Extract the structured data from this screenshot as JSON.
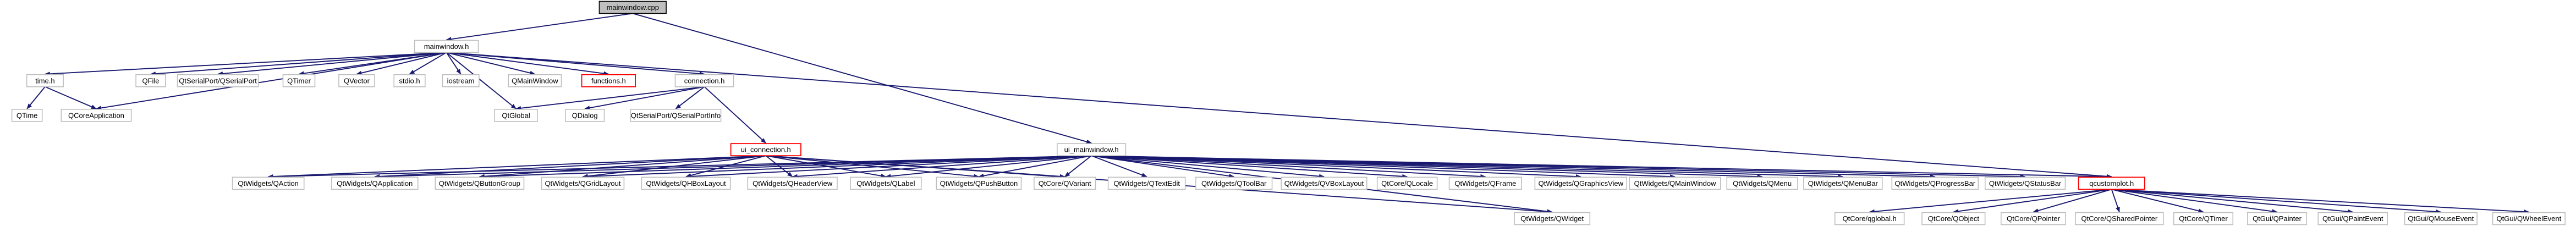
{
  "graph": {
    "title": "",
    "nodes": [
      {
        "id": "root",
        "label": "mainwindow.cpp",
        "style": "root"
      },
      {
        "id": "mainwindow_h",
        "label": "mainwindow.h"
      },
      {
        "id": "time_h",
        "label": "time.h"
      },
      {
        "id": "qtime",
        "label": "QTime"
      },
      {
        "id": "qcoreapplication",
        "label": "QCoreApplication"
      },
      {
        "id": "qfile",
        "label": "QFile"
      },
      {
        "id": "qserialport",
        "label": "QtSerialPort/QSerialPort"
      },
      {
        "id": "qtimer",
        "label": "QTimer"
      },
      {
        "id": "qvector",
        "label": "QVector"
      },
      {
        "id": "stdio_h",
        "label": "stdio.h"
      },
      {
        "id": "iostream",
        "label": "iostream"
      },
      {
        "id": "qmainwindow",
        "label": "QMainWindow"
      },
      {
        "id": "functions_h",
        "label": "functions.h",
        "style": "red"
      },
      {
        "id": "connection_h",
        "label": "connection.h"
      },
      {
        "id": "qtglobal",
        "label": "QtGlobal"
      },
      {
        "id": "qdialog",
        "label": "QDialog"
      },
      {
        "id": "qserialportinfo",
        "label": "QtSerialPort/QSerialPortInfo"
      },
      {
        "id": "ui_connection_h",
        "label": "ui_connection.h",
        "style": "red"
      },
      {
        "id": "ui_mainwindow_h",
        "label": "ui_mainwindow.h"
      },
      {
        "id": "qw_qaction",
        "label": "QtWidgets/QAction"
      },
      {
        "id": "qw_qapplication",
        "label": "QtWidgets/QApplication"
      },
      {
        "id": "qw_qbuttongroup",
        "label": "QtWidgets/QButtonGroup"
      },
      {
        "id": "qw_qgridlayout",
        "label": "QtWidgets/QGridLayout"
      },
      {
        "id": "qw_qhboxlayout",
        "label": "QtWidgets/QHBoxLayout"
      },
      {
        "id": "qw_qheaderview",
        "label": "QtWidgets/QHeaderView"
      },
      {
        "id": "qw_qlabel",
        "label": "QtWidgets/QLabel"
      },
      {
        "id": "qw_qpushbutton",
        "label": "QtWidgets/QPushButton"
      },
      {
        "id": "qc_qvariant",
        "label": "QtCore/QVariant"
      },
      {
        "id": "qw_qtextedit",
        "label": "QtWidgets/QTextEdit"
      },
      {
        "id": "qw_qtoolbar",
        "label": "QtWidgets/QToolBar"
      },
      {
        "id": "qw_qvboxlayout",
        "label": "QtWidgets/QVBoxLayout"
      },
      {
        "id": "qc_qlocale",
        "label": "QtCore/QLocale"
      },
      {
        "id": "qw_qframe",
        "label": "QtWidgets/QFrame"
      },
      {
        "id": "qw_qgraphicsview",
        "label": "QtWidgets/QGraphicsView"
      },
      {
        "id": "qw_qmainwindow",
        "label": "QtWidgets/QMainWindow"
      },
      {
        "id": "qw_qmenu",
        "label": "QtWidgets/QMenu"
      },
      {
        "id": "qw_qmenubar",
        "label": "QtWidgets/QMenuBar"
      },
      {
        "id": "qw_qprogressbar",
        "label": "QtWidgets/QProgressBar"
      },
      {
        "id": "qw_qstatusbar",
        "label": "QtWidgets/QStatusBar"
      },
      {
        "id": "qcustomplot_h",
        "label": "qcustomplot.h",
        "style": "red"
      },
      {
        "id": "qw_qwidget",
        "label": "QtWidgets/QWidget"
      },
      {
        "id": "qc_qglobal",
        "label": "QtCore/qglobal.h"
      },
      {
        "id": "qc_qobject",
        "label": "QtCore/QObject"
      },
      {
        "id": "qc_qpointer",
        "label": "QtCore/QPointer"
      },
      {
        "id": "qc_qsharedpointer",
        "label": "QtCore/QSharedPointer"
      },
      {
        "id": "qc_qtimer",
        "label": "QtCore/QTimer"
      },
      {
        "id": "qg_qpainter",
        "label": "QtGui/QPainter"
      },
      {
        "id": "qg_qpaintevent",
        "label": "QtGui/QPaintEvent"
      },
      {
        "id": "qg_qmouseevent",
        "label": "QtGui/QMouseEvent"
      },
      {
        "id": "qg_qwheelevent",
        "label": "QtGui/QWheelEvent"
      }
    ],
    "edges": [
      [
        "root",
        "mainwindow_h"
      ],
      [
        "root",
        "ui_mainwindow_h"
      ],
      [
        "mainwindow_h",
        "time_h"
      ],
      [
        "mainwindow_h",
        "qcoreapplication"
      ],
      [
        "mainwindow_h",
        "qfile"
      ],
      [
        "mainwindow_h",
        "qserialport"
      ],
      [
        "mainwindow_h",
        "qtimer"
      ],
      [
        "mainwindow_h",
        "qvector"
      ],
      [
        "mainwindow_h",
        "stdio_h"
      ],
      [
        "mainwindow_h",
        "iostream"
      ],
      [
        "mainwindow_h",
        "qmainwindow"
      ],
      [
        "mainwindow_h",
        "functions_h"
      ],
      [
        "mainwindow_h",
        "connection_h"
      ],
      [
        "mainwindow_h",
        "qtglobal"
      ],
      [
        "mainwindow_h",
        "qcustomplot_h"
      ],
      [
        "time_h",
        "qtime"
      ],
      [
        "time_h",
        "qcoreapplication"
      ],
      [
        "connection_h",
        "qtglobal"
      ],
      [
        "connection_h",
        "qdialog"
      ],
      [
        "connection_h",
        "qserialportinfo"
      ],
      [
        "connection_h",
        "ui_connection_h"
      ],
      [
        "ui_connection_h",
        "qw_qaction"
      ],
      [
        "ui_connection_h",
        "qw_qapplication"
      ],
      [
        "ui_connection_h",
        "qw_qbuttongroup"
      ],
      [
        "ui_connection_h",
        "qw_qgridlayout"
      ],
      [
        "ui_connection_h",
        "qw_qhboxlayout"
      ],
      [
        "ui_connection_h",
        "qw_qheaderview"
      ],
      [
        "ui_connection_h",
        "qw_qlabel"
      ],
      [
        "ui_connection_h",
        "qw_qpushbutton"
      ],
      [
        "ui_connection_h",
        "qc_qvariant"
      ],
      [
        "ui_connection_h",
        "qw_qwidget"
      ],
      [
        "ui_mainwindow_h",
        "qw_qaction"
      ],
      [
        "ui_mainwindow_h",
        "qw_qapplication"
      ],
      [
        "ui_mainwindow_h",
        "qw_qbuttongroup"
      ],
      [
        "ui_mainwindow_h",
        "qw_qgridlayout"
      ],
      [
        "ui_mainwindow_h",
        "qw_qhboxlayout"
      ],
      [
        "ui_mainwindow_h",
        "qw_qheaderview"
      ],
      [
        "ui_mainwindow_h",
        "qw_qlabel"
      ],
      [
        "ui_mainwindow_h",
        "qw_qpushbutton"
      ],
      [
        "ui_mainwindow_h",
        "qc_qvariant"
      ],
      [
        "ui_mainwindow_h",
        "qw_qtextedit"
      ],
      [
        "ui_mainwindow_h",
        "qw_qtoolbar"
      ],
      [
        "ui_mainwindow_h",
        "qw_qvboxlayout"
      ],
      [
        "ui_mainwindow_h",
        "qc_qlocale"
      ],
      [
        "ui_mainwindow_h",
        "qw_qframe"
      ],
      [
        "ui_mainwindow_h",
        "qw_qgraphicsview"
      ],
      [
        "ui_mainwindow_h",
        "qw_qmainwindow"
      ],
      [
        "ui_mainwindow_h",
        "qw_qmenu"
      ],
      [
        "ui_mainwindow_h",
        "qw_qmenubar"
      ],
      [
        "ui_mainwindow_h",
        "qw_qprogressbar"
      ],
      [
        "ui_mainwindow_h",
        "qw_qstatusbar"
      ],
      [
        "ui_mainwindow_h",
        "qcustomplot_h"
      ],
      [
        "ui_mainwindow_h",
        "qw_qwidget"
      ],
      [
        "qcustomplot_h",
        "qc_qglobal"
      ],
      [
        "qcustomplot_h",
        "qc_qobject"
      ],
      [
        "qcustomplot_h",
        "qc_qpointer"
      ],
      [
        "qcustomplot_h",
        "qc_qsharedpointer"
      ],
      [
        "qcustomplot_h",
        "qc_qtimer"
      ],
      [
        "qcustomplot_h",
        "qg_qpainter"
      ],
      [
        "qcustomplot_h",
        "qg_qpaintevent"
      ],
      [
        "qcustomplot_h",
        "qg_qmouseevent"
      ],
      [
        "qcustomplot_h",
        "qg_qwheelevent"
      ]
    ],
    "colors": {
      "edge": "#191970",
      "node_border": "#bfbfbf",
      "root_fill": "#bfbfbf",
      "root_border": "#000000",
      "highlight_border": "#ff0000"
    }
  }
}
